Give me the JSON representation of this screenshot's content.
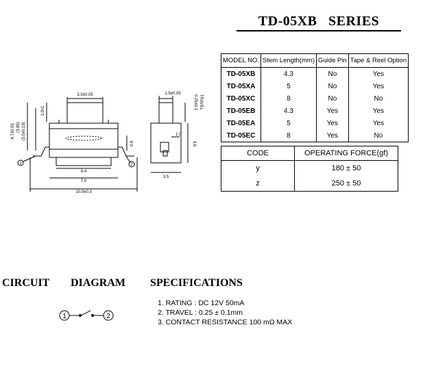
{
  "title": "TD-05XB   SERIES",
  "model_table": {
    "headers": [
      "MODEL NO.",
      "Stem Length(mm)",
      "Guide Pin",
      "Tape & Reel Option"
    ],
    "rows": [
      [
        "TD-05XB",
        "4.3",
        "No",
        "Yes"
      ],
      [
        "TD-05XA",
        "5",
        "No",
        "Yes"
      ],
      [
        "TD-05XC",
        "8",
        "No",
        "No"
      ],
      [
        "TD-05EB",
        "4.3",
        "Yes",
        "Yes"
      ],
      [
        "TD-05EA",
        "5",
        "Yes",
        "Yes"
      ],
      [
        "TD-05EC",
        "8",
        "Yes",
        "No"
      ]
    ]
  },
  "force_table": {
    "headers": [
      "CODE",
      "OPERATING FORCE(gf)"
    ],
    "rows": [
      [
        "y",
        "180 ± 50"
      ],
      [
        "z",
        "250 ± 50"
      ]
    ]
  },
  "drawing_front": {
    "dim_top": "3.0±0.05",
    "dim_stem": "1.0x1",
    "dim_left_a": "4.7±0.05",
    "dim_left_b": "(3.85)",
    "dim_left_c": "(3.0±0.15)",
    "dim_right": "0.8",
    "dim_inner": "8.4",
    "dim_body": "7.0",
    "dim_overall": "10.0±0.3",
    "pin_1": "1",
    "pin_2": "2"
  },
  "drawing_side": {
    "dim_top": "1.5±0.05",
    "dim_travel_a": "0.25±0.1",
    "dim_travel_b": "TRAVEL",
    "dim_inner": "1.0",
    "dim_height": "3.6",
    "dim_width": "3.5"
  },
  "circuit": {
    "heading_1": "CIRCUIT",
    "heading_2": "DIAGRAM",
    "node_1": "1",
    "node_2": "2"
  },
  "specifications": {
    "heading": "SPECIFICATIONS",
    "items": [
      "1. RATING : DC 12V  50mA",
      "2. TRAVEL : 0.25 ± 0.1mm",
      "3. CONTACT  RESISTANCE 100 mΩ MAX"
    ]
  }
}
